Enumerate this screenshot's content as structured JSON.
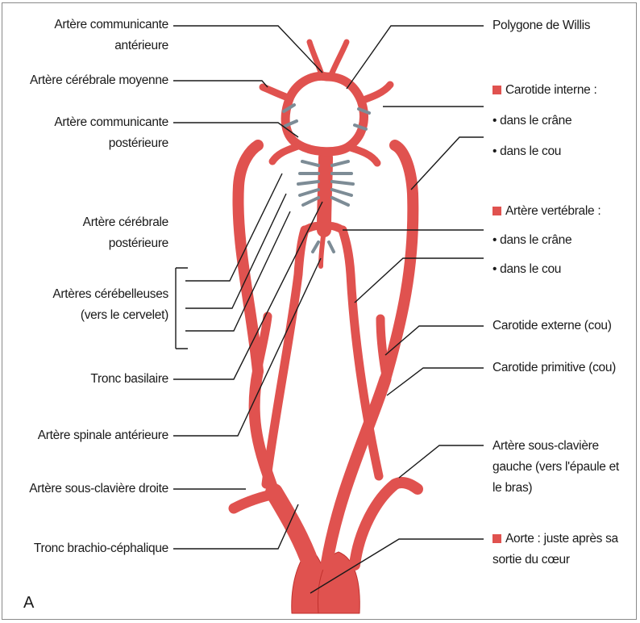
{
  "figure_letter": "A",
  "colors": {
    "artery": "#e0524f",
    "artery_dark": "#c0302d",
    "accent_square": "#e0524f",
    "leader_line": "#1a1a1a"
  },
  "left_labels": {
    "acom": [
      "Artère communicante",
      "antérieure"
    ],
    "acm": [
      "Artère cérébrale moyenne"
    ],
    "acop": [
      "Artère communicante",
      "postérieure"
    ],
    "acp": [
      "Artère cérébrale",
      "postérieure"
    ],
    "cerebelleuses": [
      "Artères cérébelleuses",
      "(vers le cervelet)"
    ],
    "tronc_basilaire": [
      "Tronc basilaire"
    ],
    "spinale": [
      "Artère spinale antérieure"
    ],
    "sous_claviere_droite": [
      "Artère sous-clavière droite"
    ],
    "brachio": [
      "Tronc brachio-céphalique"
    ]
  },
  "right_labels": {
    "willis": [
      "Polygone de Willis"
    ],
    "carotide_interne": {
      "title": "Carotide interne :",
      "items": [
        "• dans le crâne",
        "• dans le cou"
      ]
    },
    "vertebrale": {
      "title": "Artère vertébrale :",
      "items": [
        "• dans le crâne",
        "• dans le cou"
      ]
    },
    "carotide_externe": [
      "Carotide externe (cou)"
    ],
    "carotide_primitive": [
      "Carotide primitive (cou)"
    ],
    "sous_claviere_gauche": [
      "Artère sous-clavière",
      "gauche (vers l'épaule et",
      "le bras)"
    ],
    "aorte": {
      "title": "Aorte :  juste après sa",
      "line2": "sortie du cœur"
    }
  }
}
